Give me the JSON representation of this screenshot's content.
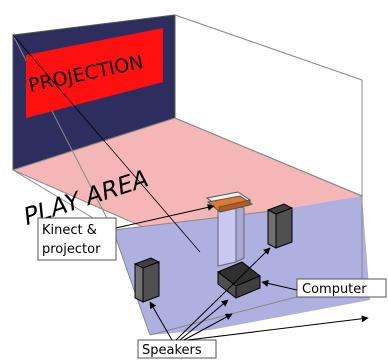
{
  "labels": {
    "projection": "PROJECTION",
    "play_area": "PLAY AREA",
    "kinect_line1": "Kinect &",
    "kinect_line2": "projector",
    "computer": "Computer",
    "speakers": "Speakers"
  },
  "colors": {
    "back_wall": "#2e2e5e",
    "projection_fill": "#ff1010",
    "play_area": "#f4b6b6",
    "floor": "#aeb0e0",
    "wall_lines": "#888888",
    "stand": "#c8c8f0",
    "device_top": "#e07830",
    "computer": "#303030",
    "speaker": "#606060"
  },
  "icons": [
    "kinect-projector-stand-icon",
    "computer-box-icon",
    "speaker-icon"
  ]
}
